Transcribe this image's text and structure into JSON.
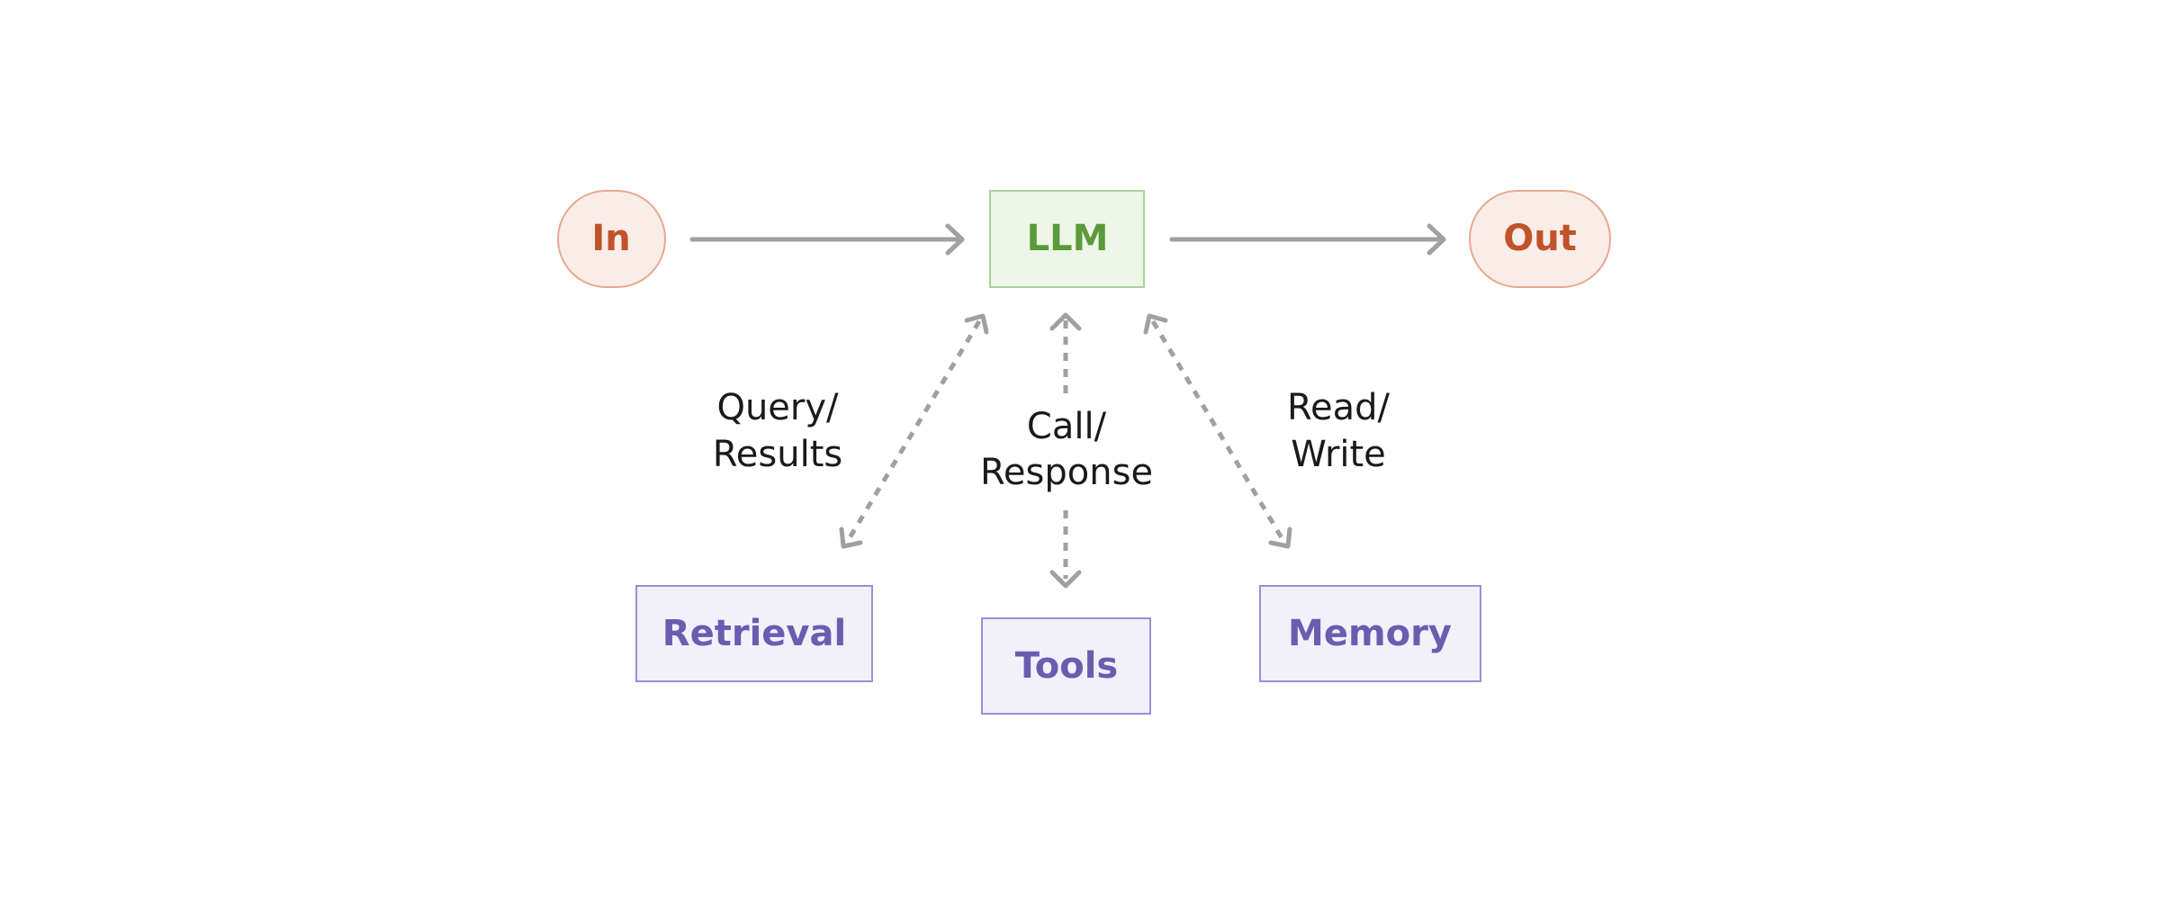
{
  "colors": {
    "terminal_fill": "#faece7",
    "terminal_stroke": "#e8a88e",
    "terminal_text": "#c0532b",
    "llm_fill": "#eef6e8",
    "llm_stroke": "#a9d39a",
    "llm_text": "#5b9a3a",
    "aux_fill": "#f2f0f8",
    "aux_stroke": "#9d8fd6",
    "aux_text": "#6a5db0",
    "arrow": "#a0a0a0"
  },
  "nodes": {
    "input": "In",
    "llm": "LLM",
    "output": "Out",
    "retrieval": "Retrieval",
    "tools": "Tools",
    "memory": "Memory"
  },
  "edges": {
    "retrieval": {
      "line1": "Query/",
      "line2": "Results"
    },
    "tools": {
      "line1": "Call/",
      "line2": "Response"
    },
    "memory": {
      "line1": "Read/",
      "line2": "Write"
    }
  }
}
